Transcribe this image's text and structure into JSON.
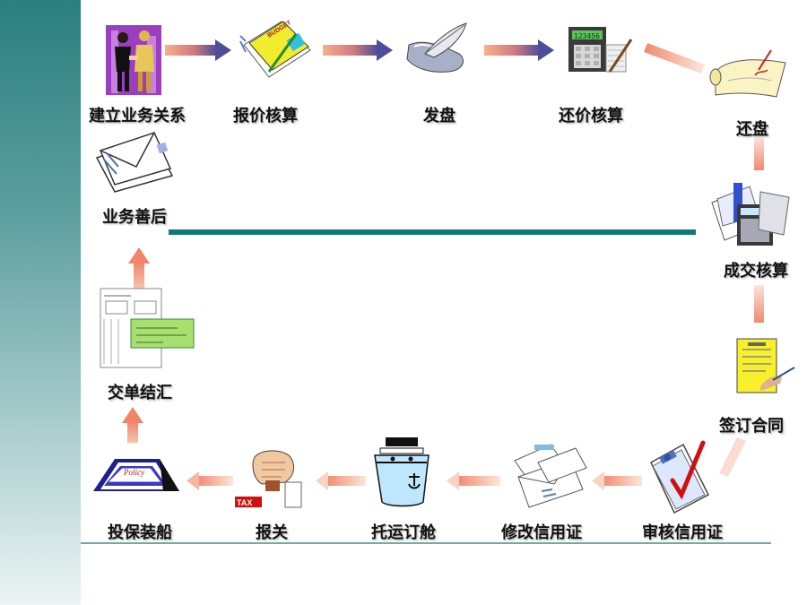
{
  "steps": {
    "s1": "建立业务关系",
    "s2": "报价核算",
    "s3": "发盘",
    "s4": "还价核算",
    "s5": "还盘",
    "s6": "成交核算",
    "s7": "签订合同",
    "s8": "审核信用证",
    "s9": "修改信用证",
    "s10": "托运订舱",
    "s11": "报关",
    "s12": "投保装船",
    "s13": "交单结汇",
    "s14": "业务善后"
  },
  "icon_text": {
    "budget": "BUDGET",
    "calculator": "123456",
    "tax": "TAX",
    "policy": "Policy"
  },
  "colors": {
    "sidebar": "#2b7f7f",
    "arrow_start": "#f2a27a",
    "arrow_end": "#5a5aa0",
    "vertical_arrow": "#f0957a",
    "divider": "#107a7a"
  }
}
